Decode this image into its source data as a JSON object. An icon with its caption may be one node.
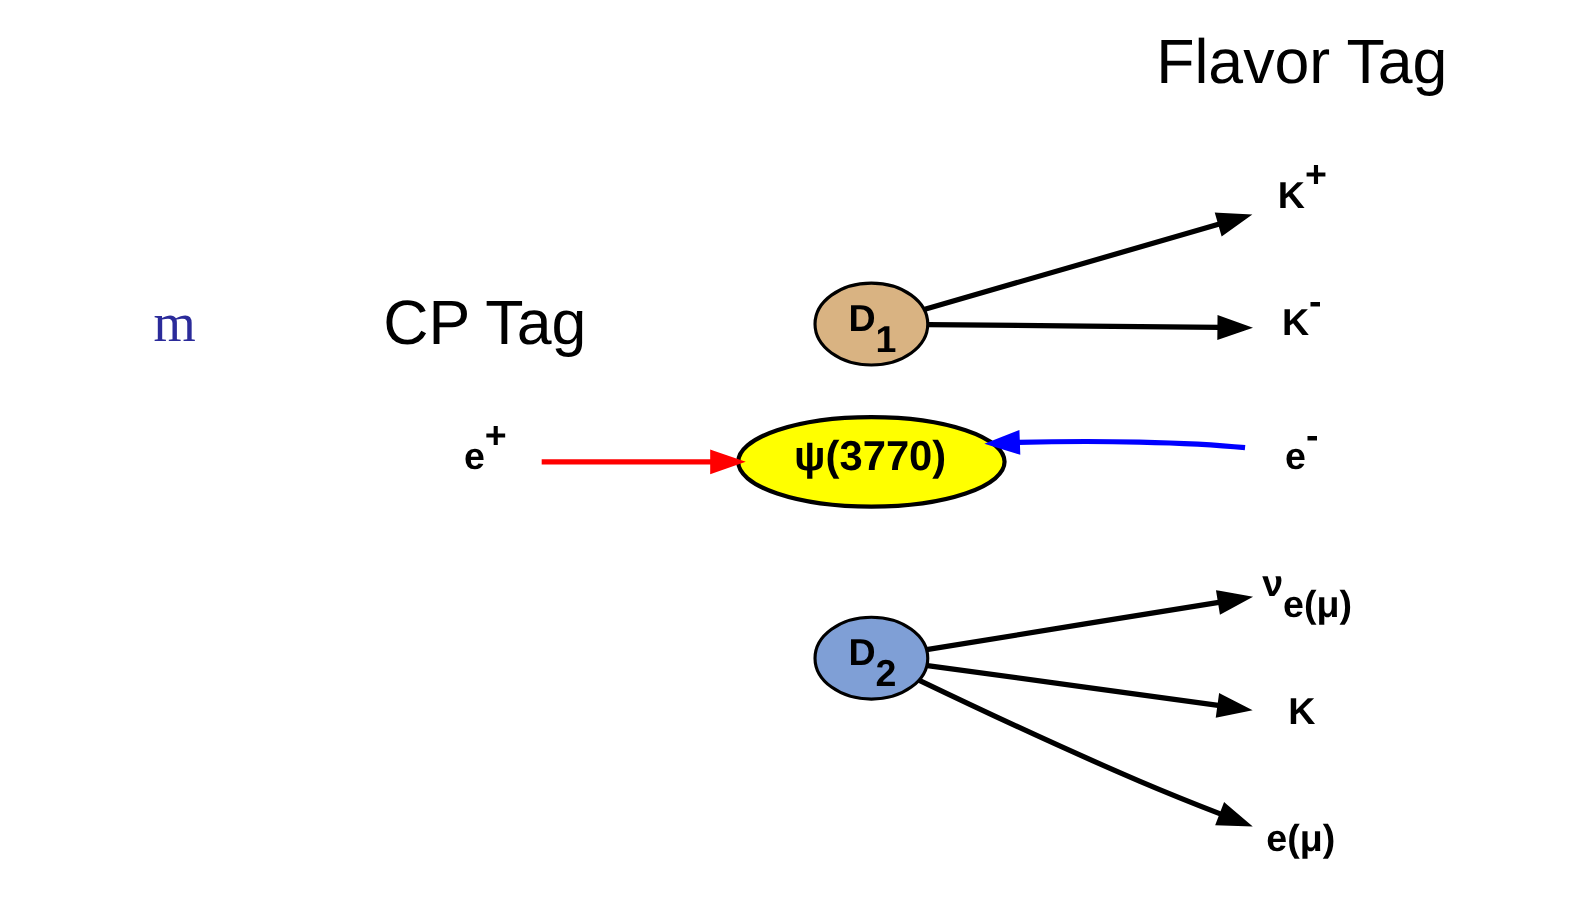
{
  "diagram": {
    "nodes": [
      {
        "text": [
          "e$^{+}$"
        ]
      },
      {
        "text": [
          "ψ(3770)"
        ]
      },
      {
        "text": [
          "e$^{-}$"
        ]
      },
      {
        "text": [
          "D$_{1}$"
        ]
      },
      {
        "text": [
          "K$^{+}$"
        ]
      },
      {
        "text": [
          "K$^{-}$"
        ]
      },
      {
        "text": [
          "D$_{2}$"
        ]
      },
      {
        "text": [
          "K"
        ]
      },
      {
        "text": [
          "e(μ)"
        ]
      },
      {
        "text": [
          "ν$_{e(μ)}$"
        ]
      }
    ],
    "edges": [
      {
        "from": 0,
        "to": 1,
        "arrow": "to",
        "color": "#ff0000"
      },
      {
        "from": 2,
        "to": 1,
        "arrow": "to",
        "color": "#0000ff"
      },
      {
        "from": 3,
        "to": 4,
        "arrow": "to"
      },
      {
        "from": 3,
        "to": 5,
        "arrow": "to"
      },
      {
        "from": 6,
        "to": 7,
        "arrow": "to"
      },
      {
        "from": 6,
        "to": 8,
        "arrow": "to"
      },
      {
        "from": 6,
        "to": 9,
        "arrow": "to"
      }
    ],
    "labels": [
      "m",
      "CP Tag",
      "Flavor Tag"
    ]
  }
}
